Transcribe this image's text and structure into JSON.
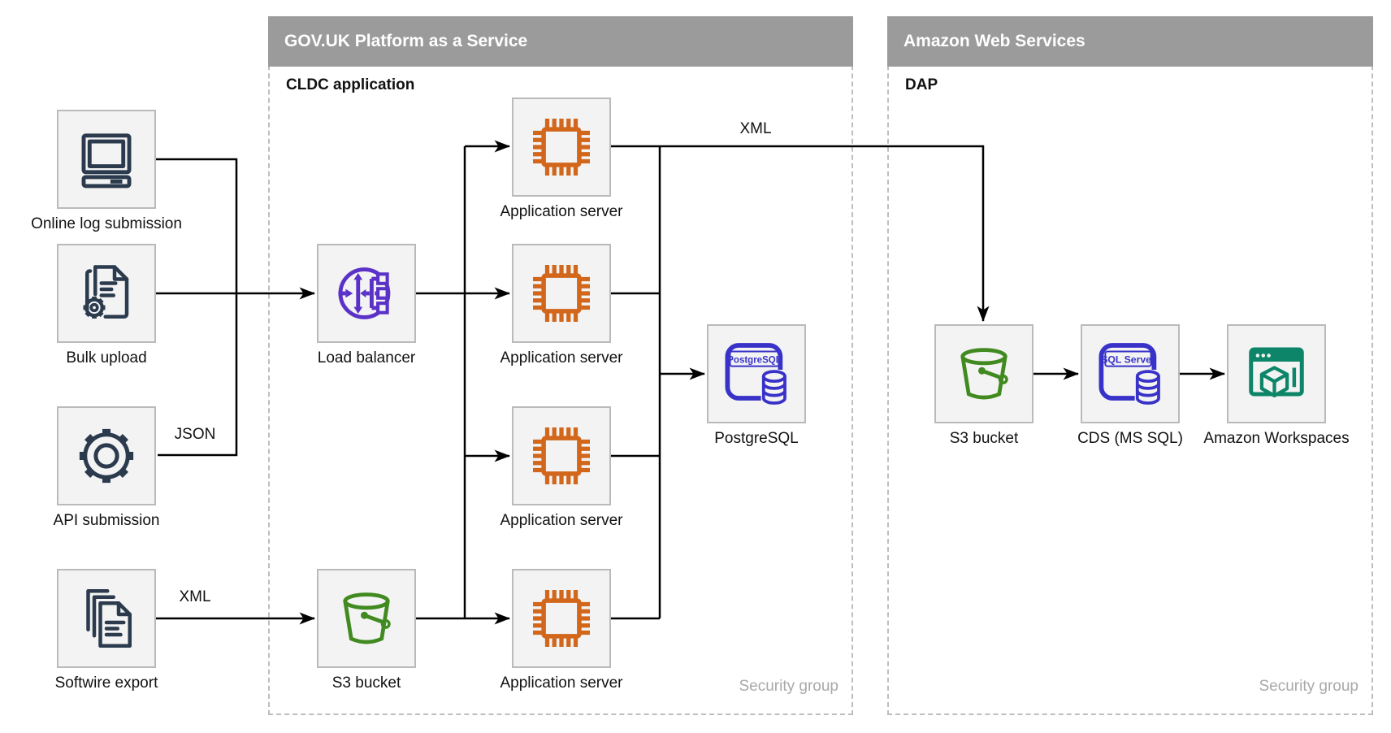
{
  "containers": {
    "govuk": {
      "title": "GOV.UK Platform as a Service",
      "subtitle": "CLDC application",
      "footer": "Security group"
    },
    "aws": {
      "title": "Amazon Web Services",
      "subtitle": "DAP",
      "footer": "Security group"
    }
  },
  "nodes": {
    "online_log_submission": {
      "label": "Online log submission",
      "icon": "desktop-computer-icon"
    },
    "bulk_upload": {
      "label": "Bulk upload",
      "icon": "document-gear-icon"
    },
    "api_submission": {
      "label": "API submission",
      "icon": "gear-icon"
    },
    "softwire_export": {
      "label": "Softwire export",
      "icon": "document-stack-icon"
    },
    "load_balancer": {
      "label": "Load balancer",
      "icon": "load-balancer-icon"
    },
    "app_server_1": {
      "label": "Application server",
      "icon": "processor-chip-icon"
    },
    "app_server_2": {
      "label": "Application server",
      "icon": "processor-chip-icon"
    },
    "app_server_3": {
      "label": "Application server",
      "icon": "processor-chip-icon"
    },
    "app_server_4": {
      "label": "Application server",
      "icon": "processor-chip-icon"
    },
    "postgresql": {
      "label": "PostgreSQL",
      "icon": "postgresql-database-icon",
      "badge": "PostgreSQL"
    },
    "s3_bucket_govuk": {
      "label": "S3 bucket",
      "icon": "s3-bucket-icon"
    },
    "s3_bucket_aws": {
      "label": "S3 bucket",
      "icon": "s3-bucket-icon"
    },
    "cds_ms_sql": {
      "label": "CDS (MS SQL)",
      "icon": "sql-server-database-icon",
      "badge": "SQL Server"
    },
    "amazon_workspaces": {
      "label": "Amazon Workspaces",
      "icon": "workspaces-icon"
    }
  },
  "edge_labels": {
    "api_to_platform": "JSON",
    "softwire_to_s3": "XML",
    "app_server_to_aws": "XML"
  },
  "colors": {
    "header_bar": "#9B9B9B",
    "node_fill": "#F3F3F3",
    "node_border": "#BABABA",
    "container_border": "#BDBDBD",
    "muted_text": "#A9A9A9",
    "connector": "#000000",
    "navy": "#2B3B4D",
    "orange": "#D2661A",
    "green": "#418A20",
    "indigo": "#3832C8",
    "purple": "#5B32C8",
    "teal": "#0C8568"
  }
}
